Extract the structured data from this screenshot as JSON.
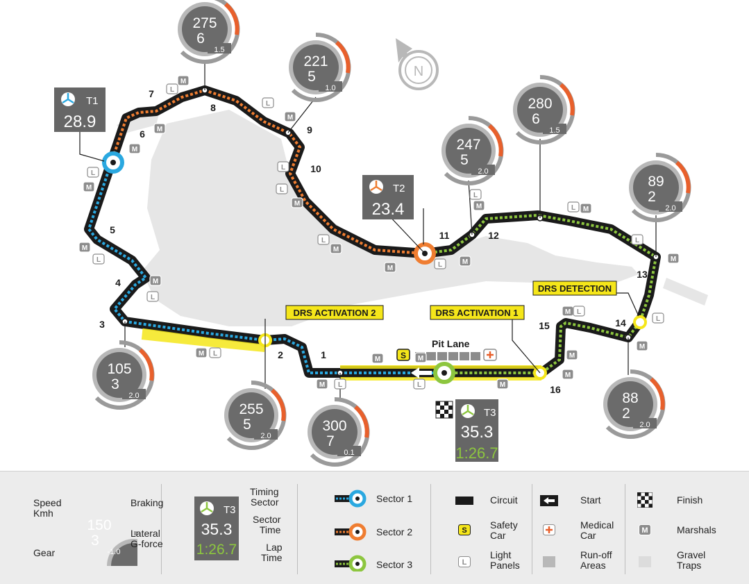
{
  "compass": "N",
  "corners": [
    "1",
    "2",
    "3",
    "4",
    "5",
    "6",
    "7",
    "8",
    "9",
    "10",
    "11",
    "12",
    "13",
    "14",
    "15",
    "16"
  ],
  "speed_panels": [
    {
      "speed": "275",
      "gear": "6",
      "g": "1.5"
    },
    {
      "speed": "221",
      "gear": "5",
      "g": "1.0"
    },
    {
      "speed": "280",
      "gear": "6",
      "g": "1.5"
    },
    {
      "speed": "247",
      "gear": "5",
      "g": "2.0"
    },
    {
      "speed": "89",
      "gear": "2",
      "g": "2.0"
    },
    {
      "speed": "105",
      "gear": "3",
      "g": "2.0"
    },
    {
      "speed": "255",
      "gear": "5",
      "g": "2.0"
    },
    {
      "speed": "300",
      "gear": "7",
      "g": "0.1"
    },
    {
      "speed": "88",
      "gear": "2",
      "g": "2.0"
    }
  ],
  "timing": {
    "t1": {
      "label": "T1",
      "time": "28.9"
    },
    "t2": {
      "label": "T2",
      "time": "23.4"
    },
    "t3": {
      "label": "T3",
      "time": "35.3",
      "lap": "1:26.7"
    }
  },
  "labels": {
    "drs_activation_1": "DRS ACTIVATION 1",
    "drs_activation_2": "DRS ACTIVATION 2",
    "drs_detection": "DRS DETECTION",
    "pit_lane": "Pit Lane",
    "safety_car_badge": "S",
    "marshal_badge": "M",
    "light_badge": "L"
  },
  "legend": {
    "speed_kmh": "Speed\nKmh",
    "braking": "Braking",
    "lateral_gforce": "Lateral\nG-force",
    "gear": "Gear",
    "sample": {
      "speed": "150",
      "gear": "3",
      "g": "-1.0"
    },
    "timing_sector": "Timing\nSector",
    "sector_time": "Sector\nTime",
    "lap_time": "Lap\nTime",
    "timing_sample": {
      "label": "T3",
      "time": "35.3",
      "lap": "1:26.7"
    },
    "sector1": "Sector 1",
    "sector2": "Sector 2",
    "sector3": "Sector 3",
    "circuit": "Circuit",
    "start": "Start",
    "finish": "Finish",
    "safety_car": "Safety\nCar",
    "medical_car": "Medical\nCar",
    "marshals": "Marshals",
    "light_panels": "Light\nPanels",
    "runoff_areas": "Run-off\nAreas",
    "gravel_traps": "Gravel\nTraps"
  },
  "colors": {
    "sector1": "#2aa8e0",
    "sector2": "#ef7d31",
    "sector3": "#8dc63f",
    "drs": "#f5e61a",
    "panel": "#666666",
    "braking": "#e8602c",
    "lake": "#e6e6e6",
    "track": "#1a1a1a"
  }
}
